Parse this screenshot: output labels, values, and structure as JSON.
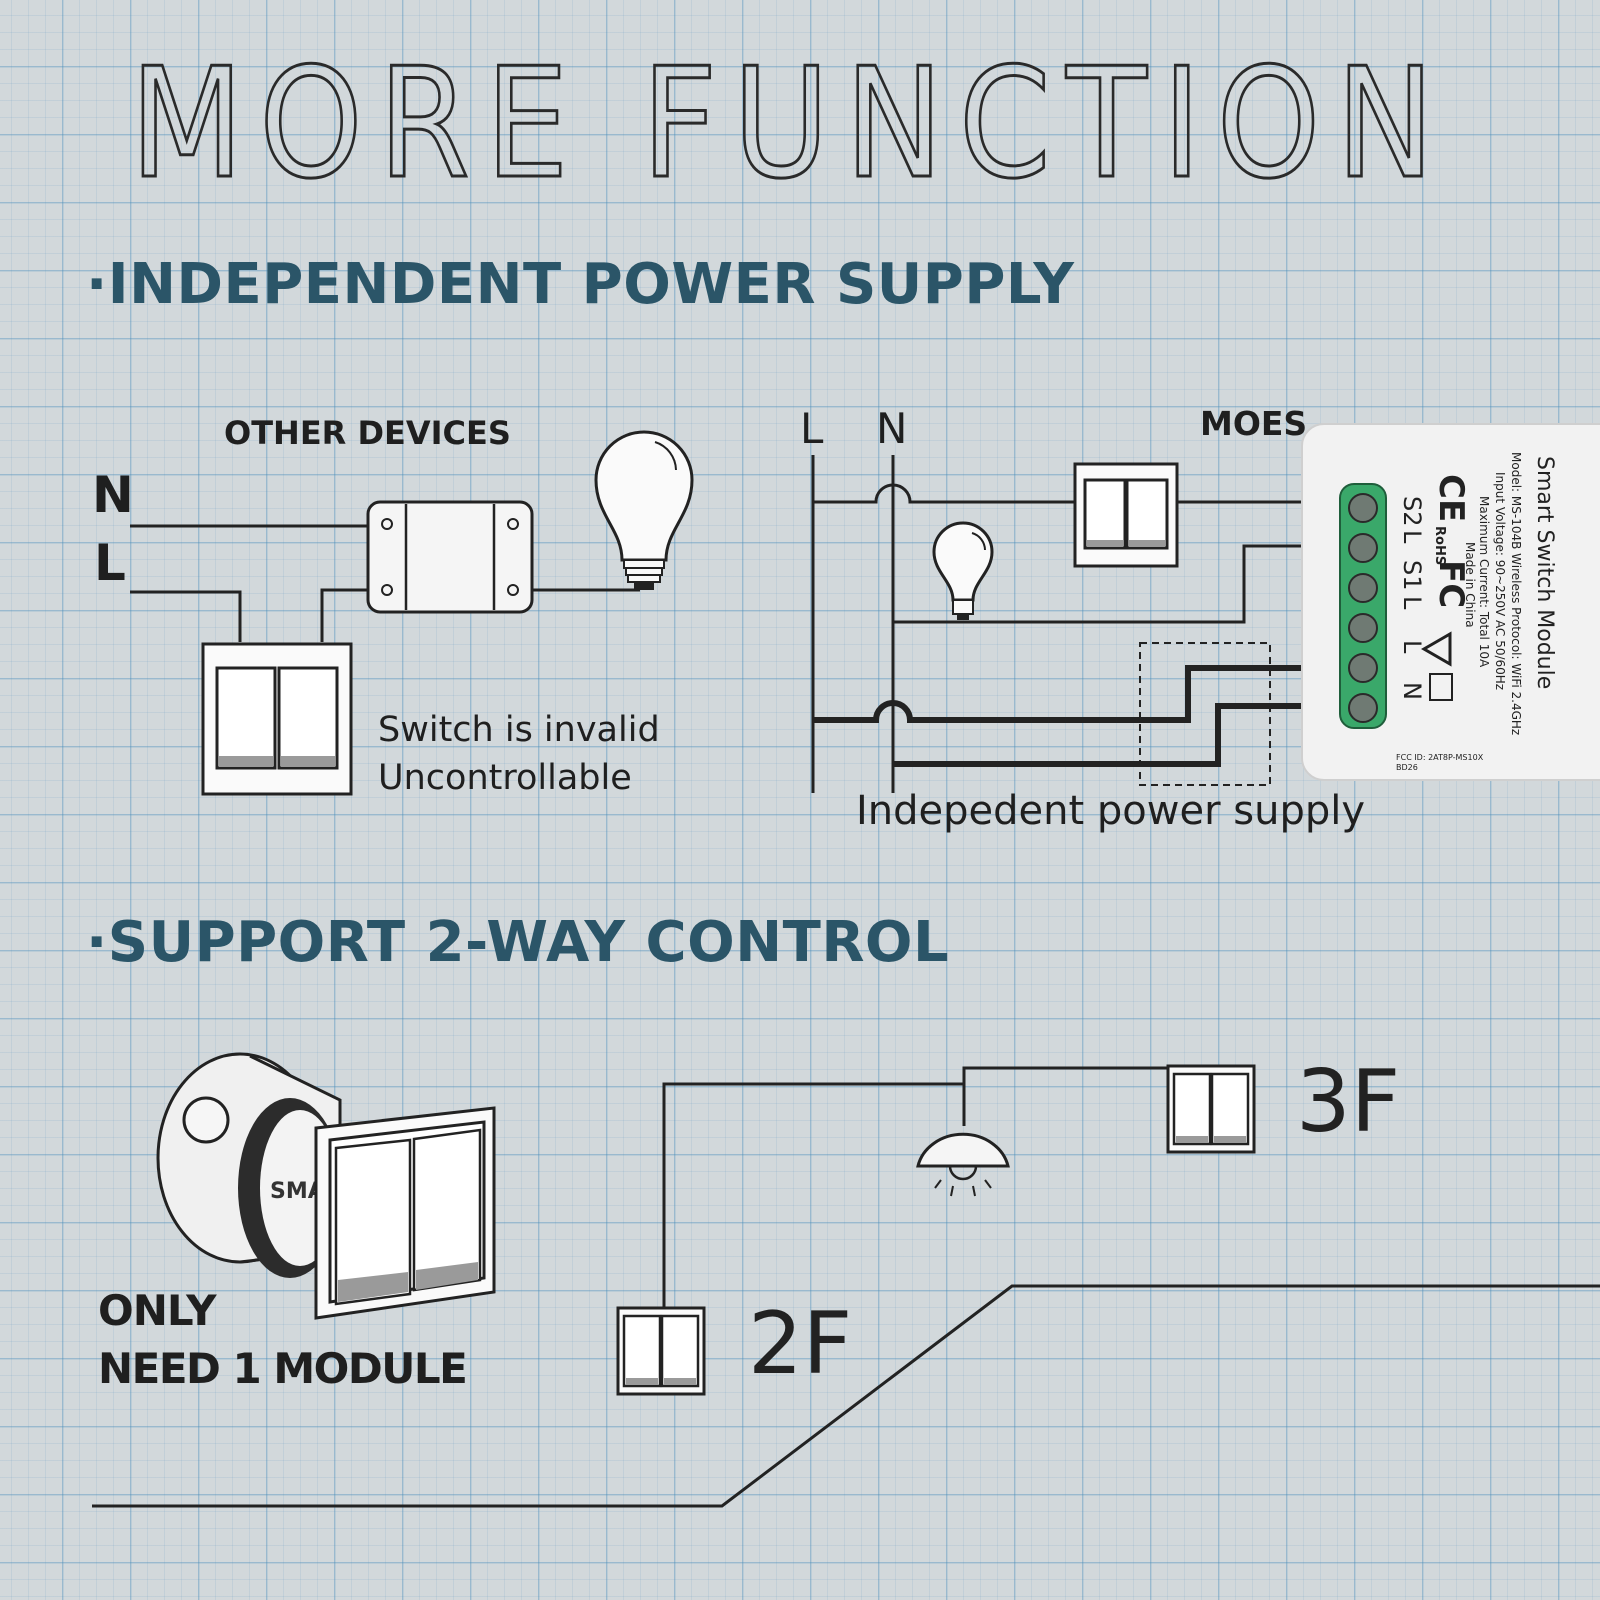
{
  "header": {
    "title": "MORE FUNCTION"
  },
  "section1": {
    "title": "·INDEPENDENT POWER SUPPLY",
    "left_diagram": {
      "heading": "OTHER DEVICES",
      "terminal_n": "N",
      "terminal_l": "L",
      "caption_line1": "Switch is invalid",
      "caption_line2": "Uncontrollable"
    },
    "right_diagram": {
      "terminal_l": "L",
      "terminal_n": "N",
      "heading": "MOES",
      "caption": "Indepedent power supply"
    },
    "module_label": {
      "title": "Smart Switch Module",
      "model": "Model: MS-104B  Wireless Protocol: WiFi 2.4GHz",
      "voltage": "Input Voltage: 90~250V  AC 50/60Hz",
      "current": "Maximum Current: Total 10A",
      "origin": "Made in China",
      "fcc_id": "FCC ID: 2AT8P-MS10X",
      "code": "BD26",
      "marks": [
        "CE",
        "RoHS",
        "FC"
      ],
      "terminals": [
        "S2",
        "L",
        "S1",
        "L",
        "L",
        "N"
      ]
    }
  },
  "section2": {
    "title": "·SUPPORT 2-WAY CONTROL",
    "module_caption_line1": "ONLY",
    "module_caption_line2": "NEED 1 MODULE",
    "module_text": "SMA",
    "floor_upper": "3F",
    "floor_lower": "2F"
  },
  "colors": {
    "title_blue": "#2b5568",
    "terminal_green": "#3aa86a",
    "ink": "#1f1f1f"
  }
}
